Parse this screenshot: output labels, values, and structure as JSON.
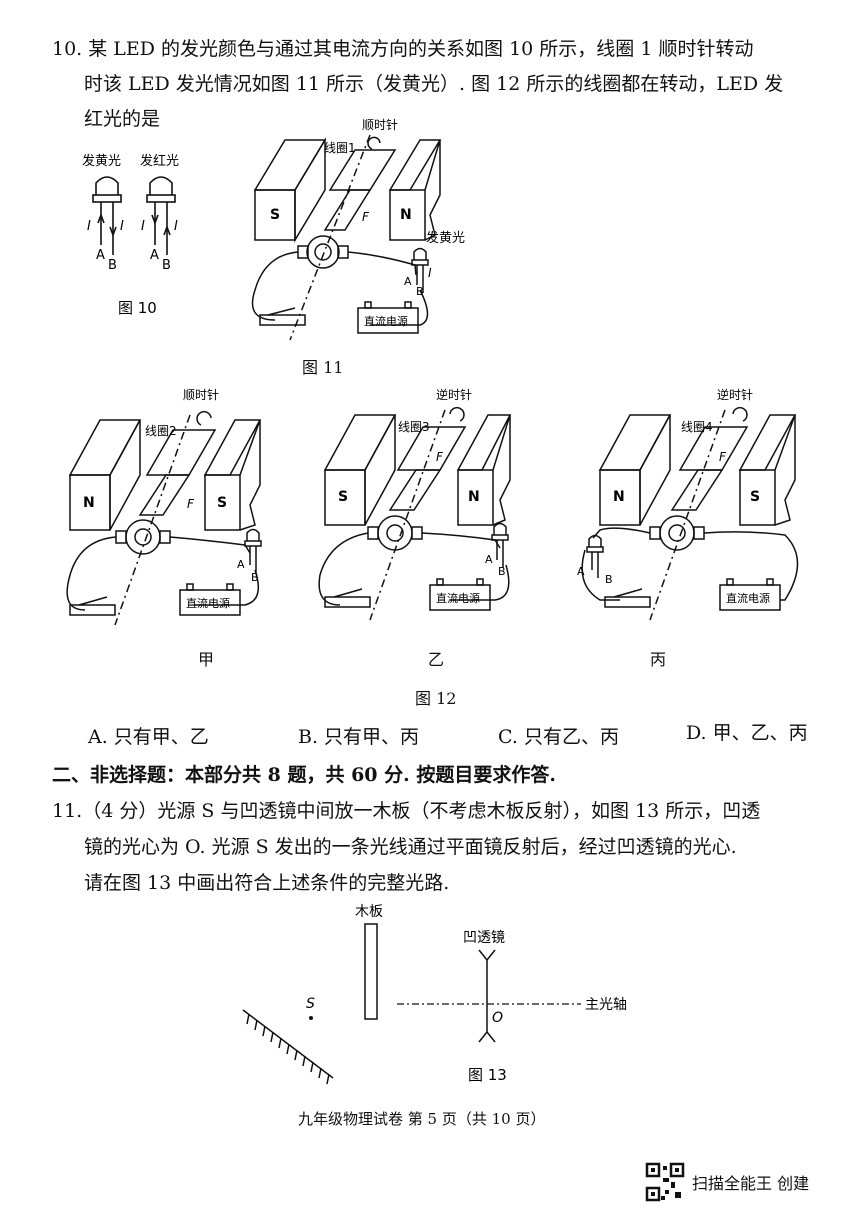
{
  "q10": {
    "line1": "10. 某 LED 的发光颜色与通过其电流方向的关系如图 10 所示，线圈 1 顺时针转动",
    "line2": "时该 LED 发光情况如图 11 所示（发黄光）. 图 12 所示的线圈都在转动，LED 发",
    "line3": "红光的是",
    "fig10": {
      "yellow_label": "发黄光",
      "red_label": "发红光",
      "current": "I",
      "a": "A",
      "b": "B",
      "caption": "图 10"
    },
    "fig11": {
      "dir": "顺时针",
      "coil": "线圈1",
      "left_pole": "S",
      "right_pole": "N",
      "force": "F",
      "led": "发黄光",
      "current": "I",
      "a": "A",
      "b": "B",
      "power": "直流电源",
      "caption": "图 11"
    },
    "fig12": {
      "jia": {
        "dir": "顺时针",
        "coil": "线圈2",
        "left_pole": "N",
        "right_pole": "S",
        "force": "F",
        "a": "A",
        "b": "B",
        "power": "直流电源",
        "label": "甲"
      },
      "yi": {
        "dir": "逆时针",
        "coil": "线圈3",
        "left_pole": "S",
        "right_pole": "N",
        "force": "F",
        "a": "A",
        "b": "B",
        "power": "直流电源",
        "label": "乙"
      },
      "bing": {
        "dir": "逆时针",
        "coil": "线圈4",
        "left_pole": "N",
        "right_pole": "S",
        "force": "F",
        "a": "A",
        "b": "B",
        "power": "直流电源",
        "label": "丙"
      },
      "caption": "图 12"
    },
    "options": {
      "a": "A. 只有甲、乙",
      "b": "B. 只有甲、丙",
      "c": "C. 只有乙、丙",
      "d": "D. 甲、乙、丙"
    }
  },
  "section2": "二、非选择题：本部分共 8 题，共 60 分. 按题目要求作答.",
  "q11": {
    "line1": "11.（4 分）光源 S 与凹透镜中间放一木板（不考虑木板反射），如图 13 所示，凹透",
    "line2": "镜的光心为 O. 光源 S 发出的一条光线通过平面镜反射后，经过凹透镜的光心.",
    "line3": "请在图 13 中画出符合上述条件的完整光路.",
    "fig13": {
      "board": "木板",
      "lens": "凹透镜",
      "source": "S",
      "center": "O",
      "axis": "主光轴",
      "caption": "图 13"
    }
  },
  "footer": "九年级物理试卷  第 5 页（共 10 页）",
  "watermark": "扫描全能王 创建"
}
